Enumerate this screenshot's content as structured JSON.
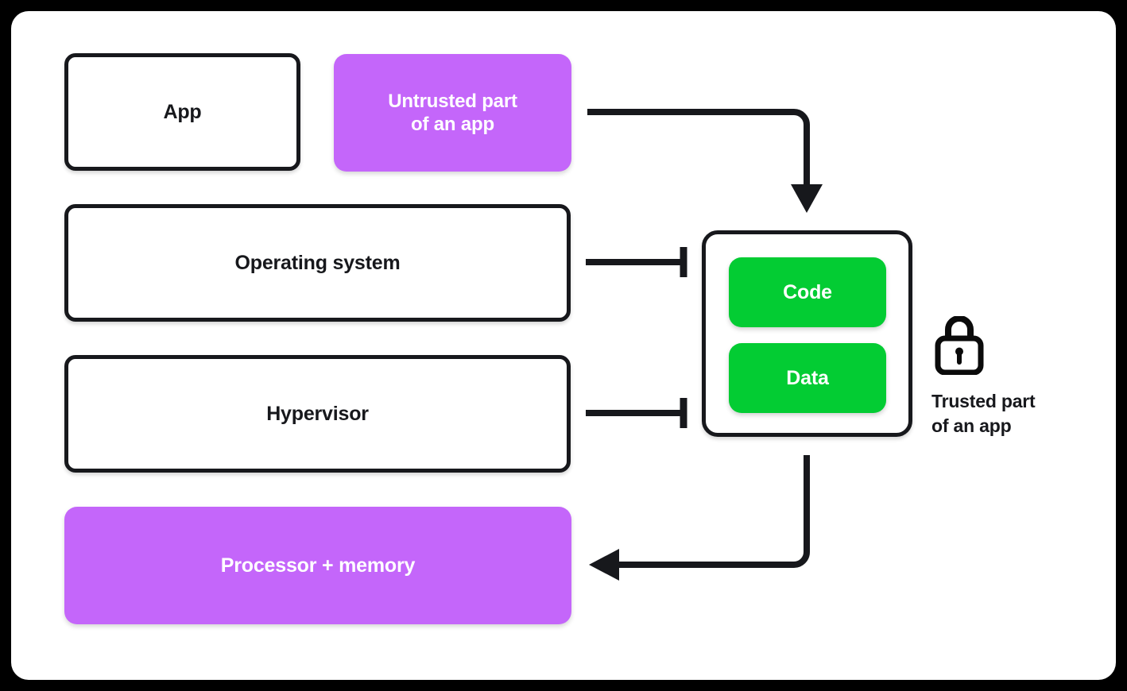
{
  "diagram": {
    "title": "Confidential computing trust boundary diagram",
    "colors": {
      "frame": "#000000",
      "canvas": "#ffffff",
      "stroke": "#17181c",
      "purple": "#c466fa",
      "green": "#03cc33",
      "text_dark": "#17181c",
      "text_light": "#ffffff"
    },
    "stack": [
      {
        "id": "app",
        "label": "App",
        "style": "outline"
      },
      {
        "id": "os",
        "label": "Operating system",
        "style": "outline"
      },
      {
        "id": "hypervisor",
        "label": "Hypervisor",
        "style": "outline"
      },
      {
        "id": "processor",
        "label": "Processor + memory",
        "style": "purple"
      }
    ],
    "untrusted": {
      "label_line1": "Untrusted part",
      "label_line2": "of an app",
      "style": "purple"
    },
    "trusted": {
      "items": [
        {
          "id": "code",
          "label": "Code",
          "style": "green"
        },
        {
          "id": "data",
          "label": "Data",
          "style": "green"
        }
      ],
      "icon": "lock-icon",
      "caption_line1": "Trusted part",
      "caption_line2": "of an app"
    },
    "connectors": [
      {
        "id": "untrusted-to-trusted",
        "from": "untrusted",
        "to": "trusted-box",
        "kind": "arrow",
        "direction": "down"
      },
      {
        "id": "os-blocked",
        "from": "os",
        "to": "trusted-box",
        "kind": "t-bar",
        "direction": "right"
      },
      {
        "id": "hypervisor-blocked",
        "from": "hypervisor",
        "to": "trusted-box",
        "kind": "t-bar",
        "direction": "right"
      },
      {
        "id": "trusted-to-processor",
        "from": "trusted-box",
        "to": "processor",
        "kind": "arrow",
        "direction": "left"
      }
    ]
  }
}
